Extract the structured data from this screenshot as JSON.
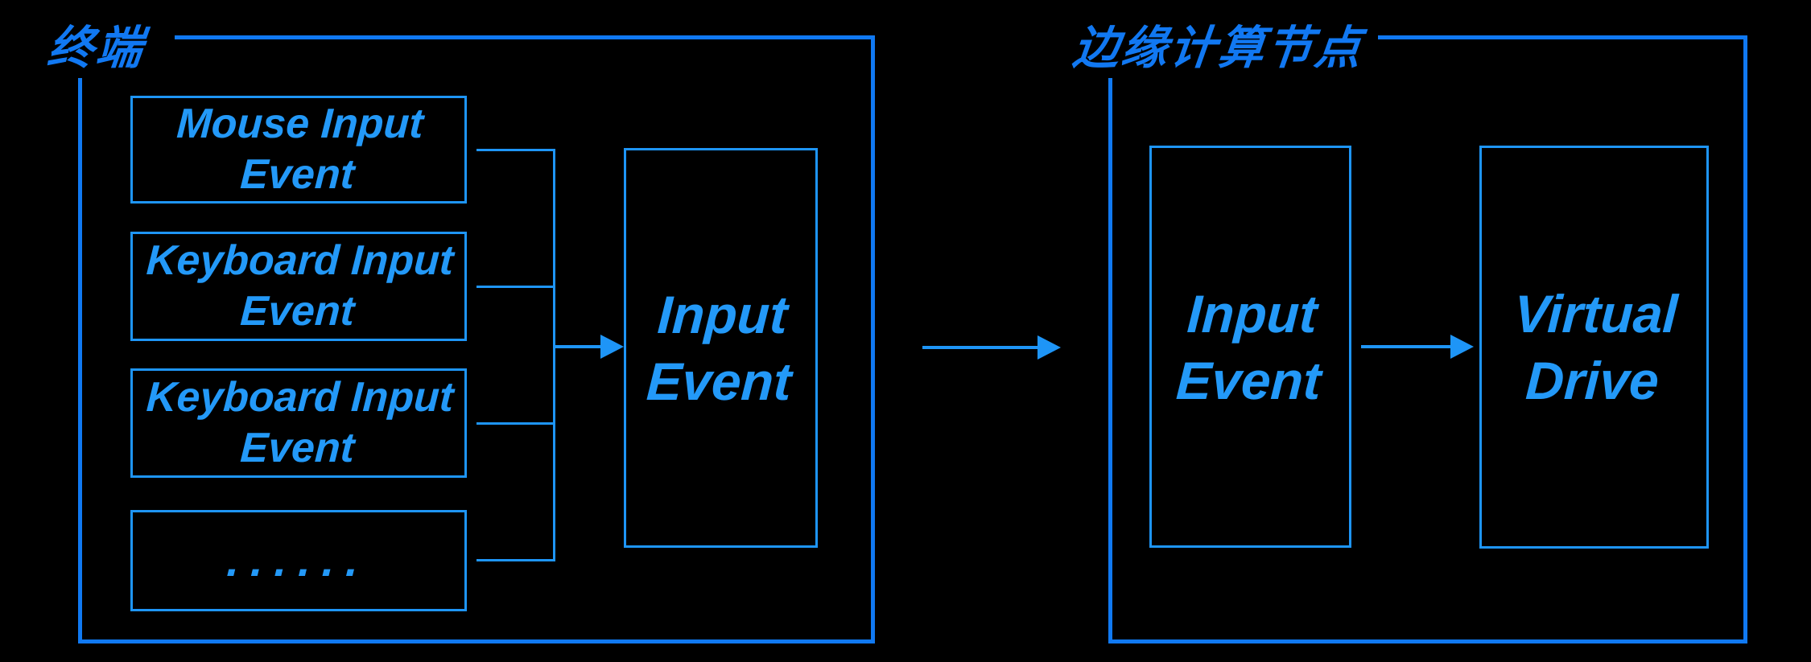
{
  "colors": {
    "background": "#000000",
    "container_stroke": "#1079f2",
    "title_text": "#1178f2",
    "box_stroke": "#1e95f7",
    "box_text": "#2399f8",
    "arrow": "#1e95f7"
  },
  "terminal": {
    "title": "终端",
    "input_boxes": [
      {
        "label": "Mouse Input Event"
      },
      {
        "label": "Keyboard Input Event"
      },
      {
        "label": "Keyboard Input Event"
      },
      {
        "label": "......"
      }
    ],
    "aggregate_box": {
      "label": "Input Event"
    }
  },
  "edge_node": {
    "title": "边缘计算节点",
    "input_box": {
      "label": "Input Event"
    },
    "drive_box": {
      "label": "Virtual Drive"
    }
  }
}
